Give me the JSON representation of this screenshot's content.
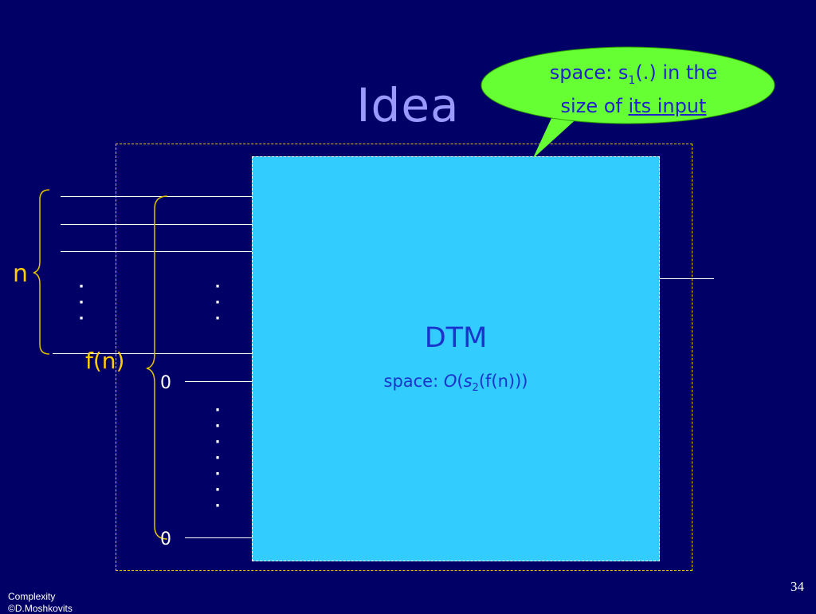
{
  "slide": {
    "title": "Idea",
    "page_number": "34",
    "footer_line1": "Complexity",
    "footer_line2": "©D.Moshkovits"
  },
  "dtm": {
    "label": "DTM",
    "space_prefix": "space: ",
    "space_O": "O",
    "space_open": "(",
    "space_s": "s",
    "space_sub": "2",
    "space_rest": "(f(n)))"
  },
  "callout": {
    "line1_prefix": "space: s",
    "line1_sub": "1",
    "line1_suffix": "(.) in the",
    "line2_prefix": "size of ",
    "line2_underlined": "its input",
    "colors": {
      "fill": "#66ff33",
      "text": "#2222cc"
    }
  },
  "braces": {
    "n_label": "n",
    "fn_label": "f(n)"
  },
  "padding": {
    "zero_top": "0",
    "zero_bottom": "0"
  },
  "colors": {
    "background": "#010066",
    "title": "#9999ff",
    "dtm_fill": "#33ccff",
    "accent": "#ffcc00"
  }
}
